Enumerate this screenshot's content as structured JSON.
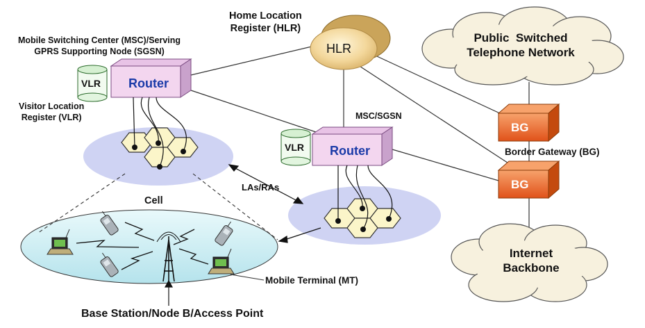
{
  "labels": {
    "hlr_title": "Home Location\nRegister (HLR)",
    "msc_title": "Mobile Switching Center (MSC)/Serving\nGPRS Supporting Node (SGSN)",
    "vlr_title": "Visitor Location\nRegister (VLR)",
    "msc_sgsn": "MSC/SGSN",
    "las_ras": "LAs/RAs",
    "cell": "Cell",
    "border_gateway": "Border Gateway (BG)",
    "mobile_terminal": "Mobile Terminal (MT)",
    "base_station": "Base Station/Node B/Access Point"
  },
  "nodes": {
    "hlr": "HLR",
    "router": "Router",
    "vlr": "VLR",
    "bg": "BG"
  },
  "clouds": {
    "pstn": "Public  Switched\nTelephone Network",
    "internet": "Internet\nBackbone"
  },
  "colors": {
    "router_face": "#f3d6ef",
    "router_side": "#c9a2cc",
    "router_text": "#1a3aa8",
    "bg_face": "#f2691f",
    "bg_side": "#c44a0e",
    "cell_fill": "#fbf5c9",
    "cloud_fill": "#f7f1de",
    "ellipse_fill": "#cfd3f3",
    "radio_area": "#cdeef3"
  }
}
